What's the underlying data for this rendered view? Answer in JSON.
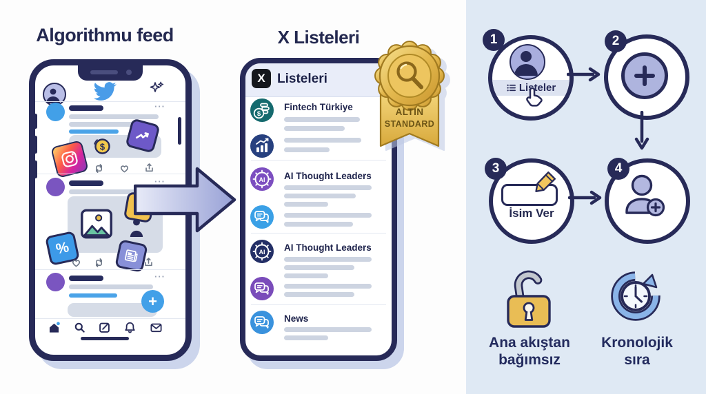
{
  "left_panel": {
    "title": "Algorithmu feed"
  },
  "center_panel": {
    "title": "X Listeleri",
    "x_logo": "X",
    "phone_header": "Listeleri",
    "badge": {
      "line1": "ALTIN",
      "line2": "STANDARD"
    },
    "lists": [
      {
        "title": "Fintech Türkiye",
        "icon": "coins",
        "color": "#156a6e"
      },
      {
        "title": "",
        "icon": "bar-chart",
        "color": "#27407f"
      },
      {
        "title": "AI Thought Leaders",
        "icon": "ai-brain",
        "color": "#7c4ec0"
      },
      {
        "title": "",
        "icon": "chat-bubbles",
        "color": "#3aa0e6"
      },
      {
        "title": "AI Thought Leaders",
        "icon": "ai-brain",
        "color": "#232f66"
      },
      {
        "title": "",
        "icon": "chat-bubbles",
        "color": "#7a4cba"
      },
      {
        "title": "News",
        "icon": "chat-bubbles",
        "color": "#3a92dd"
      }
    ]
  },
  "steps": [
    {
      "number": "1",
      "label": "Listeler",
      "icon": "profile-avatar"
    },
    {
      "number": "2",
      "label": "",
      "icon": "plus-circle"
    },
    {
      "number": "3",
      "label": "İsim Ver",
      "icon": "name-input-pencil"
    },
    {
      "number": "4",
      "label": "",
      "icon": "add-person"
    }
  ],
  "features": [
    {
      "label": "Ana akıştan bağımsız",
      "icon": "open-lock"
    },
    {
      "label": "Kronolojik sıra",
      "icon": "chronological-clock"
    }
  ],
  "icons": {
    "left_phone": [
      "user-avatar",
      "twitter-bird",
      "sparkles",
      "dollar-coin",
      "trend-up-chart",
      "instagram",
      "image-placeholder",
      "person",
      "lightbulb",
      "percent",
      "newspaper",
      "retweet",
      "heart",
      "share",
      "home",
      "search",
      "compose",
      "bell",
      "mail",
      "plus-fab"
    ],
    "badge": "gold-medal-magnifier",
    "cursor": "hand-pointer",
    "flow": "big-right-arrow"
  },
  "colors": {
    "navy": "#272a58",
    "blue": "#42a0e8",
    "lavender": "#aeb4de",
    "gold": "#e5bb52",
    "panel_bg": "#dfe9f4",
    "teal": "#156a6e",
    "purple": "#7c4ec0"
  }
}
